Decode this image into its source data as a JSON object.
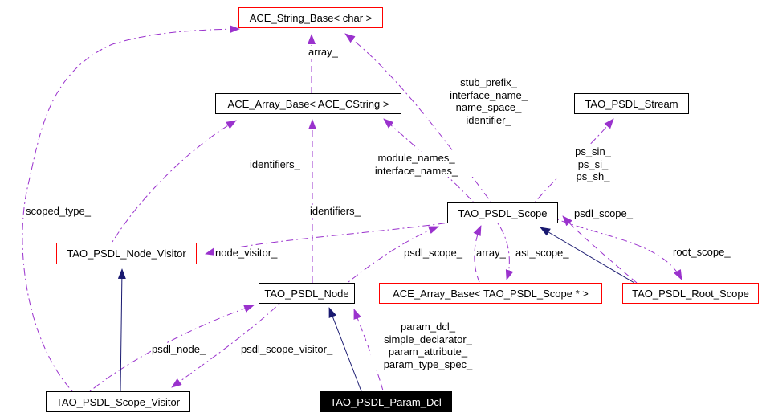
{
  "diagram_type": "collaboration-graph",
  "colors": {
    "usage_edge": "#9a32cd",
    "inheritance_edge": "#191970",
    "highlight_border": "#ff0000",
    "box_border": "#000000",
    "current_node_bg": "#000000",
    "current_node_text": "#ffffff",
    "background": "#ffffff"
  },
  "nodes": {
    "ace_string_base_char": {
      "label": "ACE_String_Base< char >"
    },
    "ace_array_base_cstring": {
      "label": "ACE_Array_Base< ACE_CString >"
    },
    "tao_psdl_stream": {
      "label": "TAO_PSDL_Stream"
    },
    "tao_psdl_scope": {
      "label": "TAO_PSDL_Scope"
    },
    "tao_psdl_node_visitor": {
      "label": "TAO_PSDL_Node_Visitor"
    },
    "tao_psdl_node": {
      "label": "TAO_PSDL_Node"
    },
    "ace_array_base_scope_ptr": {
      "label": "ACE_Array_Base< TAO_PSDL_Scope * >"
    },
    "tao_psdl_root_scope": {
      "label": "TAO_PSDL_Root_Scope"
    },
    "tao_psdl_scope_visitor": {
      "label": "TAO_PSDL_Scope_Visitor"
    },
    "tao_psdl_param_dcl": {
      "label": "TAO_PSDL_Param_Dcl"
    }
  },
  "edge_labels": {
    "array_top": "array_",
    "stub_group": "stub_prefix_\ninterface_name_\nname_space_\nidentifier_",
    "module_group": "module_names_\ninterface_names_",
    "ps_group": "ps_sin_\nps_si_\nps_sh_",
    "identifiers_upper": "identifiers_",
    "identifiers_lower": "identifiers_",
    "scoped_type": "scoped_type_",
    "psdl_scope_right": "psdl_scope_",
    "node_visitor": "node_visitor_",
    "psdl_scope_left": "psdl_scope_",
    "array_mid": "array_",
    "ast_scope": "ast_scope_",
    "root_scope": "root_scope_",
    "psdl_node": "psdl_node_",
    "psdl_scope_visitor": "psdl_scope_visitor_",
    "param_group": "param_dcl_\nsimple_declarator_\nparam_attribute_\nparam_type_spec_"
  }
}
